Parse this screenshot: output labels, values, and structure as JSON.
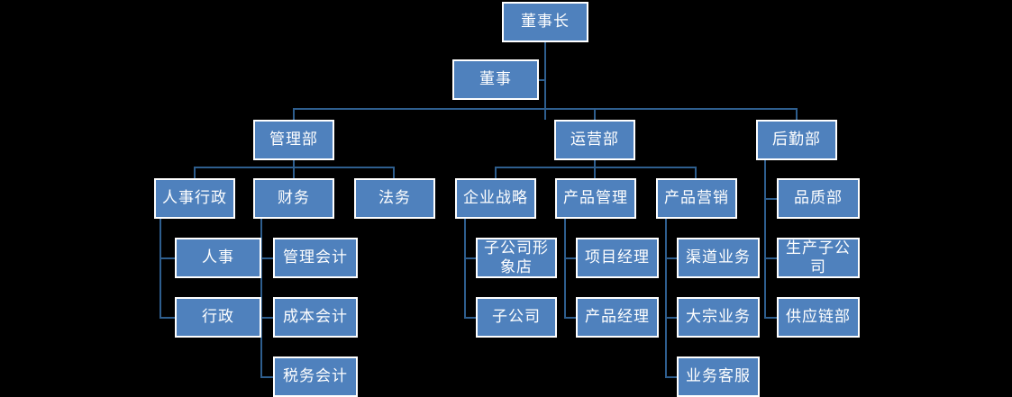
{
  "chart": {
    "title": "",
    "type": "org-chart",
    "background_color": "#000000",
    "node_fill_color": "#4F81BD",
    "node_border_color": "#FFFFFF",
    "node_text_color": "#FFFFFF",
    "connector_color": "#2E5E8E",
    "levels": 4
  },
  "nodes": {
    "chairman": {
      "label": "董事长",
      "level": 0
    },
    "director": {
      "label": "董事",
      "level": 1
    },
    "mgmt_dept": {
      "label": "管理部",
      "level": 2
    },
    "ops_dept": {
      "label": "运营部",
      "level": 2
    },
    "logistics_dept": {
      "label": "后勤部",
      "level": 2
    },
    "hr_admin": {
      "label": "人事行政",
      "level": 3
    },
    "finance": {
      "label": "财务",
      "level": 3
    },
    "legal": {
      "label": "法务",
      "level": 3
    },
    "corp_strategy": {
      "label": "企业战略",
      "level": 3
    },
    "product_mgmt": {
      "label": "产品管理",
      "level": 3
    },
    "product_marketing": {
      "label": "产品营销",
      "level": 3
    },
    "quality_dept": {
      "label": "品质部",
      "level": 3
    },
    "hr": {
      "label": "人事",
      "level": 4
    },
    "admin": {
      "label": "行政",
      "level": 4
    },
    "mgmt_accounting": {
      "label": "管理会计",
      "level": 4
    },
    "cost_accounting": {
      "label": "成本会计",
      "level": 4
    },
    "tax_accounting": {
      "label": "税务会计",
      "level": 4
    },
    "subsidiary_store": {
      "label": "子公司形象店",
      "level": 4
    },
    "subsidiary": {
      "label": "子公司",
      "level": 4
    },
    "project_manager": {
      "label": "项目经理",
      "level": 4
    },
    "product_manager": {
      "label": "产品经理",
      "level": 4
    },
    "channel_business": {
      "label": "渠道业务",
      "level": 4
    },
    "bulk_business": {
      "label": "大宗业务",
      "level": 4
    },
    "business_service": {
      "label": "业务客服",
      "level": 4
    },
    "production_subsidiary": {
      "label": "生产子公司",
      "level": 4
    },
    "supply_chain": {
      "label": "供应链部",
      "level": 4
    }
  }
}
